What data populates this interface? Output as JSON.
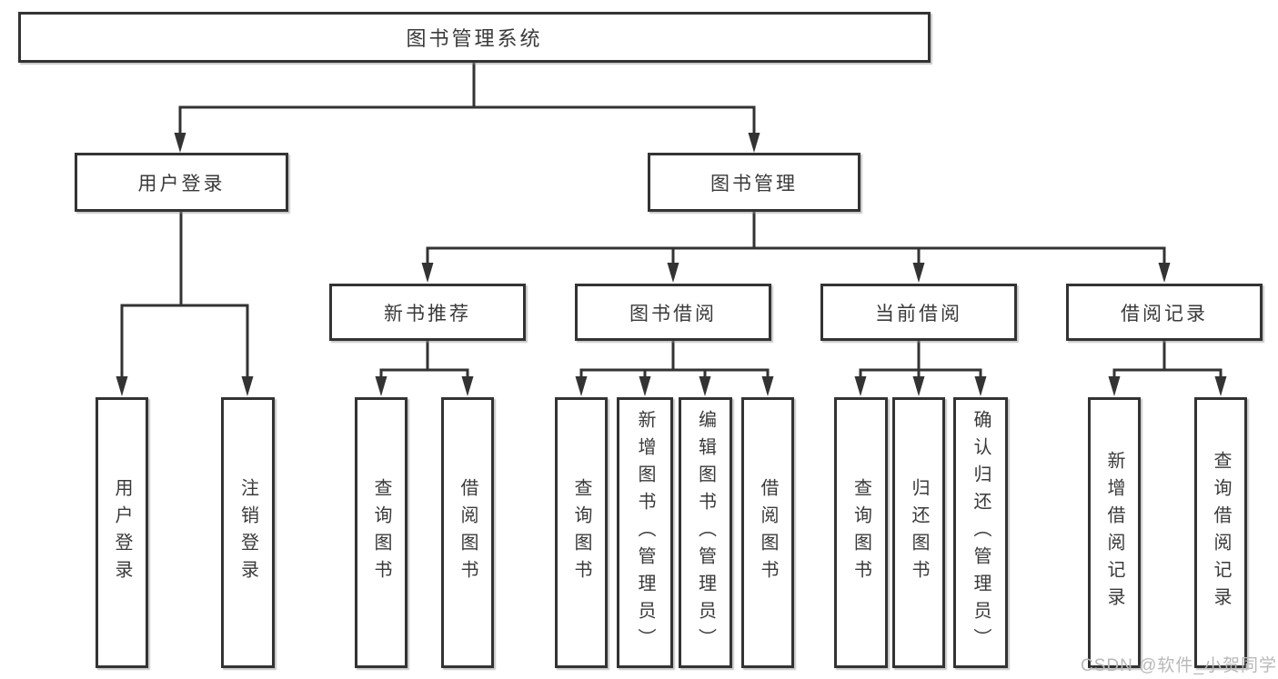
{
  "colors": {
    "background": "#ffffff",
    "line": "#333333",
    "box_border": "#333333",
    "box_fill": "#ffffff",
    "text": "#3a3a3a",
    "watermark": "#b9b9b9"
  },
  "diagram_type": "hierarchy-tree",
  "nodes": {
    "root": "图书管理系统",
    "level2": {
      "user_login": "用户登录",
      "book_management": "图书管理"
    },
    "level3": {
      "new_book_recommend": "新书推荐",
      "book_borrowing": "图书借阅",
      "current_borrowing": "当前借阅",
      "borrowing_records": "借阅记录"
    },
    "leaves": {
      "user_login": "用户登录",
      "logout": "注销登录",
      "nbr_query": "查询图书",
      "nbr_borrow": "借阅图书",
      "bb_query": "查询图书",
      "bb_add": "新增图书（管理员）",
      "bb_edit": "编辑图书（管理员）",
      "bb_borrow": "借阅图书",
      "cb_query": "查询图书",
      "cb_return": "归还图书",
      "cb_confirm": "确认归还（管理员）",
      "br_add": "新增借阅记录",
      "br_query": "查询借阅记录"
    }
  },
  "hierarchy": {
    "图书管理系统": {
      "用户登录": [
        "用户登录",
        "注销登录"
      ],
      "图书管理": {
        "新书推荐": [
          "查询图书",
          "借阅图书"
        ],
        "图书借阅": [
          "查询图书",
          "新增图书（管理员）",
          "编辑图书（管理员）",
          "借阅图书"
        ],
        "当前借阅": [
          "查询图书",
          "归还图书",
          "确认归还（管理员）"
        ],
        "借阅记录": [
          "新增借阅记录",
          "查询借阅记录"
        ]
      }
    }
  },
  "watermark": {
    "text": "CSDN @软件_小贺同学"
  }
}
